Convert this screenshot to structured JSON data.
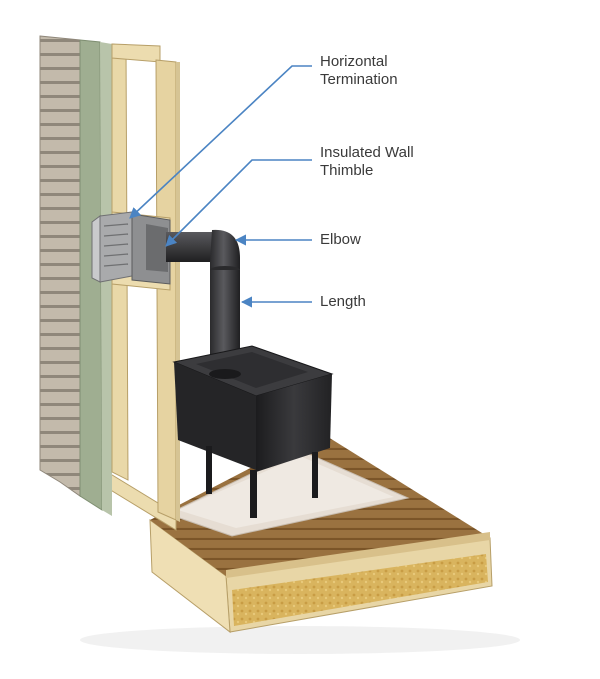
{
  "colors": {
    "siding": "#bdb4a5",
    "wall_green": "#9fae91",
    "insulation_pink": "#eab4b2",
    "lumber": "#e6d3a1",
    "floor_wood": "#8f6a3a",
    "hearth": "#e4dcd2",
    "stove": "#2a2a2c",
    "pipe": "#3b3b3d",
    "callout_line": "#4b84c3",
    "label_text": "#3a3a3a"
  },
  "callouts": {
    "horizontal_termination": {
      "line1": "Horizontal",
      "line2": "Termination"
    },
    "insulated_wall_thimble": {
      "line1": "Insulated Wall",
      "line2": "Thimble"
    },
    "elbow": {
      "text": "Elbow"
    },
    "length": {
      "text": "Length"
    }
  }
}
